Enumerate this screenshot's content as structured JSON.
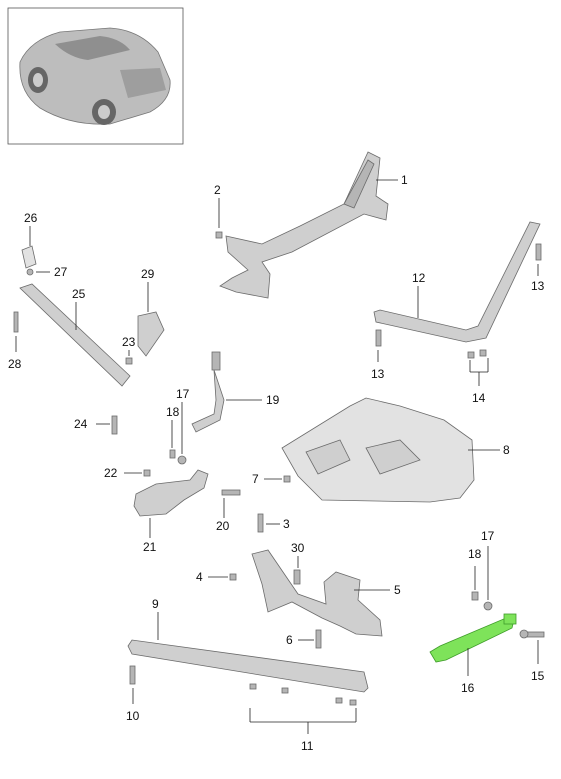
{
  "labels": {
    "p1": "1",
    "p2": "2",
    "p3": "3",
    "p4": "4",
    "p5": "5",
    "p6": "6",
    "p7": "7",
    "p8": "8",
    "p9": "9",
    "p10": "10",
    "p11": "11",
    "p12": "12",
    "p13a": "13",
    "p13b": "13",
    "p14": "14",
    "p15": "15",
    "p16": "16",
    "p17a": "17",
    "p17b": "17",
    "p18a": "18",
    "p18b": "18",
    "p19": "19",
    "p20": "20",
    "p21": "21",
    "p22": "22",
    "p23": "23",
    "p24": "24",
    "p25": "25",
    "p26": "26",
    "p27": "27",
    "p28": "28",
    "p29": "29",
    "p30": "30"
  },
  "colors": {
    "highlight": "#7ee35a",
    "part": "#cfcfcf",
    "outline": "#6b6b6b"
  }
}
